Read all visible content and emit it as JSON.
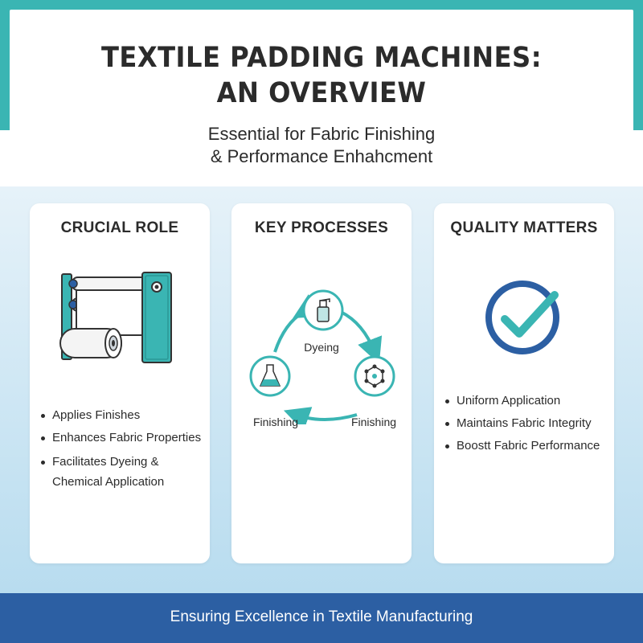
{
  "header": {
    "title_line1": "TEXTILE PADDING MACHINES:",
    "title_line2": "AN OVERVIEW",
    "subtitle_line1": "Essential for Fabric Finishing",
    "subtitle_line2": "& Performance Enhahcment"
  },
  "cards": [
    {
      "title": "CRUCIAL ROLE",
      "icon": "padding-machine-icon",
      "bullets": [
        "Applies Finishes",
        "Enhances Fabric Properties",
        "Facilitates Dyeing &",
        "Chemical Application"
      ]
    },
    {
      "title": "KEY PROCESSES",
      "icon": "process-cycle-icon",
      "cycle": {
        "top_label": "Dyeing",
        "left_label": "Finishing",
        "right_label": "Finishing"
      }
    },
    {
      "title": "QUALITY MATTERS",
      "icon": "checkmark-icon",
      "bullets": [
        "Uniform Application",
        "Maintains Fabric Integrity",
        "Boostt Fabric Performance"
      ]
    }
  ],
  "footer": {
    "text": "Ensuring Excellence in Textile Manufacturing"
  },
  "colors": {
    "teal": "#3ab5b3",
    "navy": "#2c5fa3",
    "text": "#2b2b2b",
    "background_top": "#e6f2f9",
    "background_bottom": "#b8dcef"
  }
}
